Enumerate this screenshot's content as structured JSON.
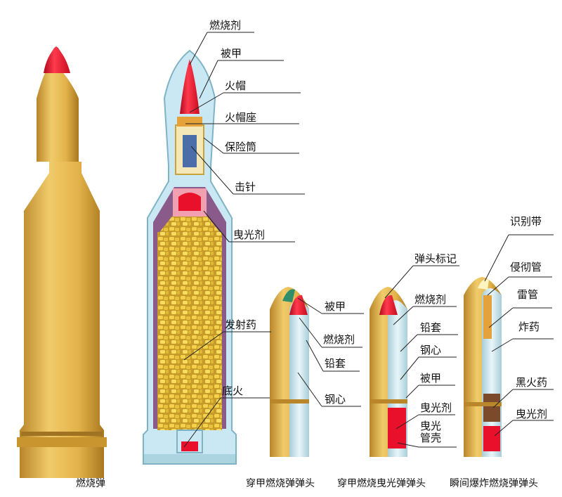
{
  "captions": {
    "incendiary": "燃烧弹",
    "ap_incendiary_head": "穿甲燃烧弹弹头",
    "ap_incendiary_tracer_head": "穿甲燃烧曳光弹弹头",
    "instant_explosive_incendiary_head": "瞬间爆炸燃烧弹弹头"
  },
  "cutaway_labels": {
    "incendiary_agent": "燃烧剂",
    "jacket": "被甲",
    "primer": "火帽",
    "primer_seat": "火帽座",
    "safety_tube": "保险筒",
    "firing_pin": "击针",
    "tracer_agent": "曳光剂",
    "propellant": "发射药",
    "base_primer": "底火"
  },
  "ap_incendiary_labels": {
    "jacket": "被甲",
    "incendiary_agent": "燃烧剂",
    "lead_sleeve": "铅套",
    "steel_core": "钢心"
  },
  "ap_tracer_labels": {
    "tip_marking": "弹头标记",
    "incendiary_agent": "燃烧剂",
    "lead_sleeve": "铅套",
    "steel_core": "钢心",
    "jacket": "被甲",
    "tracer_agent": "曳光剂",
    "tracer_tube": "曳光管壳"
  },
  "explosive_labels": {
    "identification_band": "识别带",
    "self_destruct_tube": "侵彻管",
    "detonator": "雷管",
    "explosive": "炸药",
    "black_powder": "黑火药",
    "tracer_agent": "曳光剂"
  },
  "colors": {
    "brass": "#e3b24a",
    "brass_dark": "#b9862a",
    "red_tip": "#e8102a",
    "cutaway_blue": "#bfe3f0",
    "steel": "#cfe6ee",
    "propellant": "#e8c23a",
    "purple": "#8a5a8a"
  }
}
